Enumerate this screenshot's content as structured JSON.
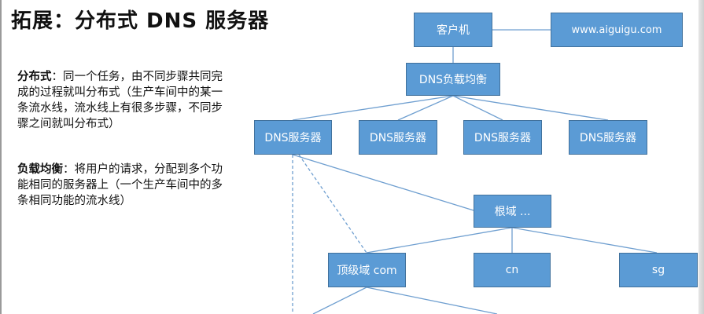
{
  "slide": {
    "title": "拓展：分布式 DNS 服务器",
    "definitions": [
      {
        "term": "分布式",
        "sep": "：",
        "text": "同一个任务，由不同步骤共同完成的过程就叫分布式（生产车间中的某一条流水线，流水线上有很多步骤，不同步骤之间就叫分布式）"
      },
      {
        "term": "负载均衡",
        "sep": "：",
        "text": "将用户的请求，分配到多个功能相同的服务器上（一个生产车间中的多条相同功能的流水线）"
      }
    ]
  },
  "diagram": {
    "nodes": {
      "client": "客户机",
      "website": "www.aiguigu.com",
      "load_balancer": "DNS负载均衡",
      "dns1": "DNS服务器",
      "dns2": "DNS服务器",
      "dns3": "DNS服务器",
      "dns4": "DNS服务器",
      "root": "根域 ...",
      "tld_com": "顶级域 com",
      "cn": "cn",
      "sg": "sg"
    },
    "colors": {
      "node_fill": "#5b9bd5",
      "node_border": "#41719c",
      "line": "#6f9fd0"
    }
  }
}
